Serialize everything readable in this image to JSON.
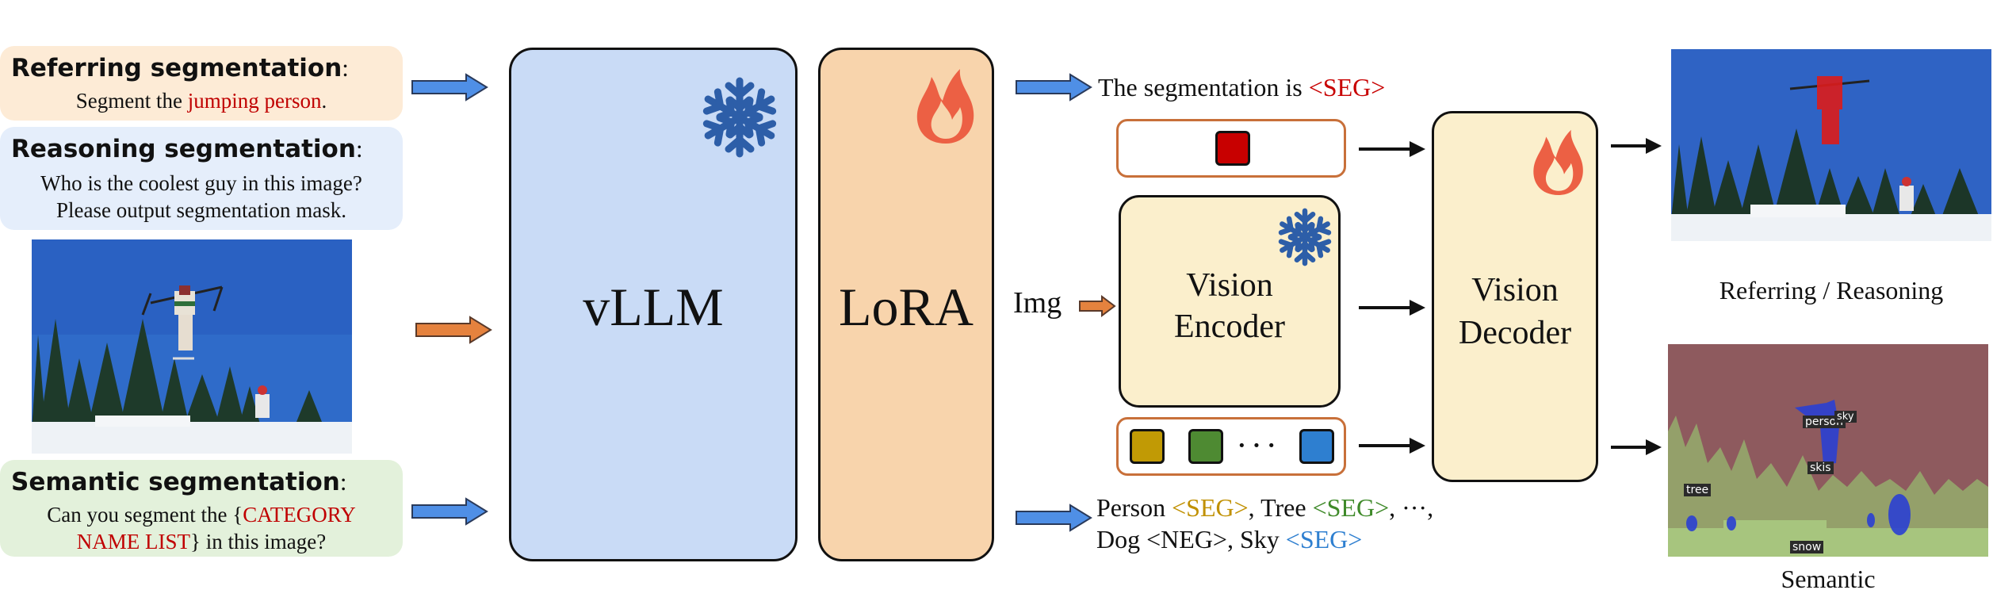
{
  "prompts": {
    "referring": {
      "title": "Referring segmentation",
      "colon": ":",
      "text_before": "Segment the ",
      "highlight": "jumping person",
      "text_after": "."
    },
    "reasoning": {
      "title": "Reasoning segmentation",
      "colon": ":",
      "line1": "Who is the coolest guy in this image?",
      "line2": "Please output segmentation mask."
    },
    "semantic": {
      "title": "Semantic segmentation",
      "colon": ":",
      "line1_before": "Can you segment the {",
      "line1_highlight": "CATEGORY",
      "line2_highlight": "NAME LIST",
      "line2_after": "} in this image?"
    }
  },
  "modules": {
    "vllm": "vLLM",
    "lora": "LoRA",
    "vision_encoder_line1": "Vision",
    "vision_encoder_line2": "Encoder",
    "vision_decoder_line1": "Vision",
    "vision_decoder_line2": "Decoder",
    "img_label": "Img"
  },
  "outputs": {
    "referring_before": "The segmentation is ",
    "referring_token": "<SEG>",
    "semantic_line1": [
      {
        "text": "Person ",
        "color": "#111111"
      },
      {
        "text": "<SEG>",
        "color": "#c09000"
      },
      {
        "text": ", Tree ",
        "color": "#111111"
      },
      {
        "text": "<SEG>",
        "color": "#3f8a2a"
      },
      {
        "text": ", ···,",
        "color": "#111111"
      }
    ],
    "semantic_line2": [
      {
        "text": "Dog <NEG>, Sky ",
        "color": "#111111"
      },
      {
        "text": "<SEG>",
        "color": "#2e7fd0"
      }
    ],
    "ellipsis": "· · ·"
  },
  "captions": {
    "referring": "Referring / Reasoning",
    "semantic": "Semantic"
  },
  "segment_labels": {
    "person": "person",
    "sky": "sky",
    "skis": "skis",
    "tree": "tree",
    "snow": "snow"
  },
  "icons": {
    "frozen": "snowflake-icon",
    "trainable": "flame-icon"
  },
  "colors": {
    "referring_bg": "#fdebd6",
    "reasoning_bg": "#e5eefb",
    "semantic_bg": "#e3f1db",
    "vllm_fill": "#c9dbf6",
    "lora_fill": "#f8d4ac",
    "module_fill": "#fbefcc",
    "token_border": "#c8703a",
    "blue_arrow": "#4f8fe6",
    "orange_arrow": "#e5823e",
    "snowflake": "#2d5ea8",
    "flame": "#ec6044",
    "seg_red": "#c80000",
    "seg_yellow": "#c19a05",
    "seg_green": "#4e8a32",
    "seg_blue": "#2e7fd0"
  }
}
